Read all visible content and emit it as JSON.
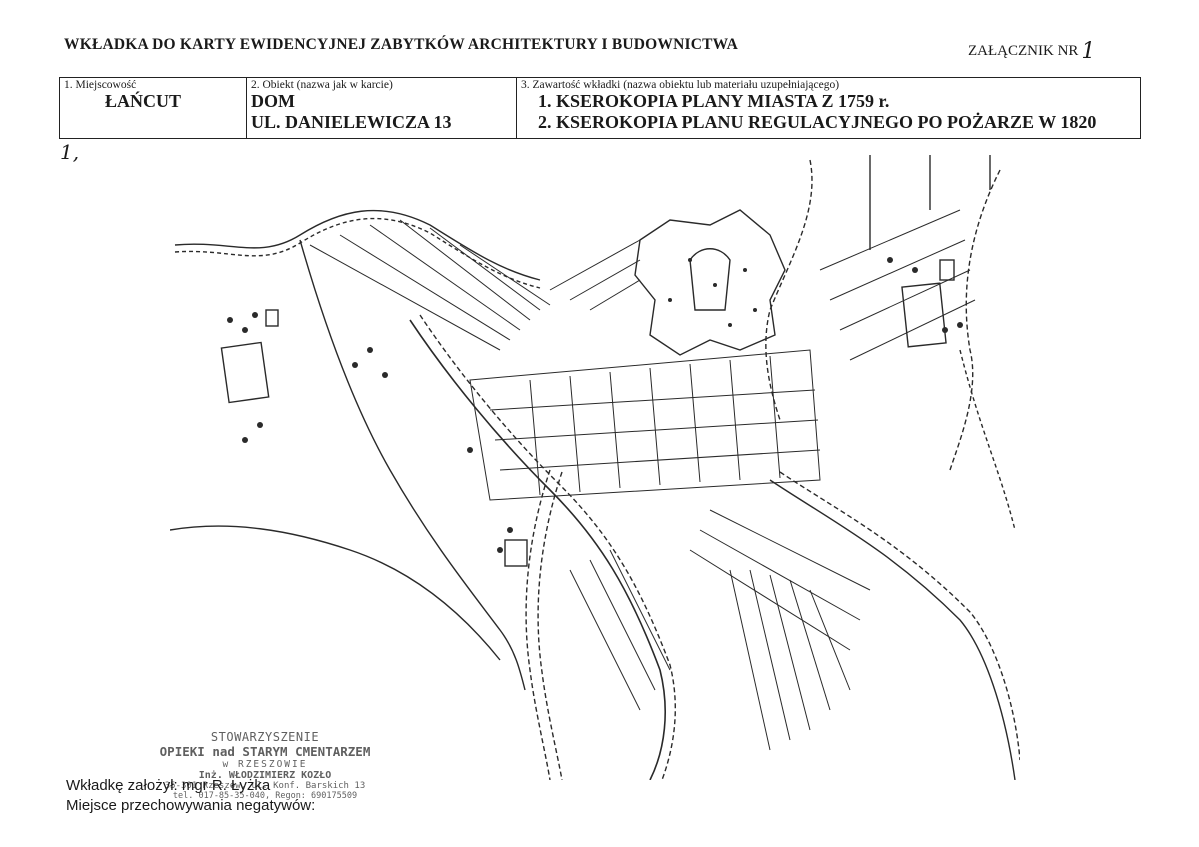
{
  "header": {
    "title": "WKŁADKA DO KARTY EWIDENCYJNEJ ZABYTKÓW ARCHITEKTURY I BUDOWNICTWA",
    "annex_label": "ZAŁĄCZNIK NR",
    "annex_number": "1"
  },
  "form": {
    "col1_label": "1. Miejscowość",
    "col1_value": "ŁAŃCUT",
    "col2_label": "2. Obiekt (nazwa jak w karcie)",
    "col2_value_1": "DOM",
    "col2_value_2": "UL. DANIELEWICZA 13",
    "col3_label": "3. Zawartość wkładki (nazwa obiektu lub materiału uzupełniającego)",
    "col3_value_1": "1. KSEROKOPIA PLANY MIASTA  Z 1759 r.",
    "col3_value_2": "2. KSEROKOPIA PLANU REGULACYJNEGO PO POŻARZE W 1820"
  },
  "handwritten_number": "1,",
  "stamp": {
    "line1": "STOWARZYSZENIE",
    "line2": "OPIEKI nad STARYM CMENTARZEM",
    "line3": "w RZESZOWIE",
    "line4": "Inż. WŁODZIMIERZ KOZŁO",
    "line5": "35-301 Rzeszów, ul. Konf. Barskich 13",
    "line6": "tel. 017-85-35-040, Regon: 690175509"
  },
  "footer": {
    "line1": "Wkładkę założył: mgr R. Łyżka",
    "line2": "Miejsce przechowywania negatywów:"
  }
}
